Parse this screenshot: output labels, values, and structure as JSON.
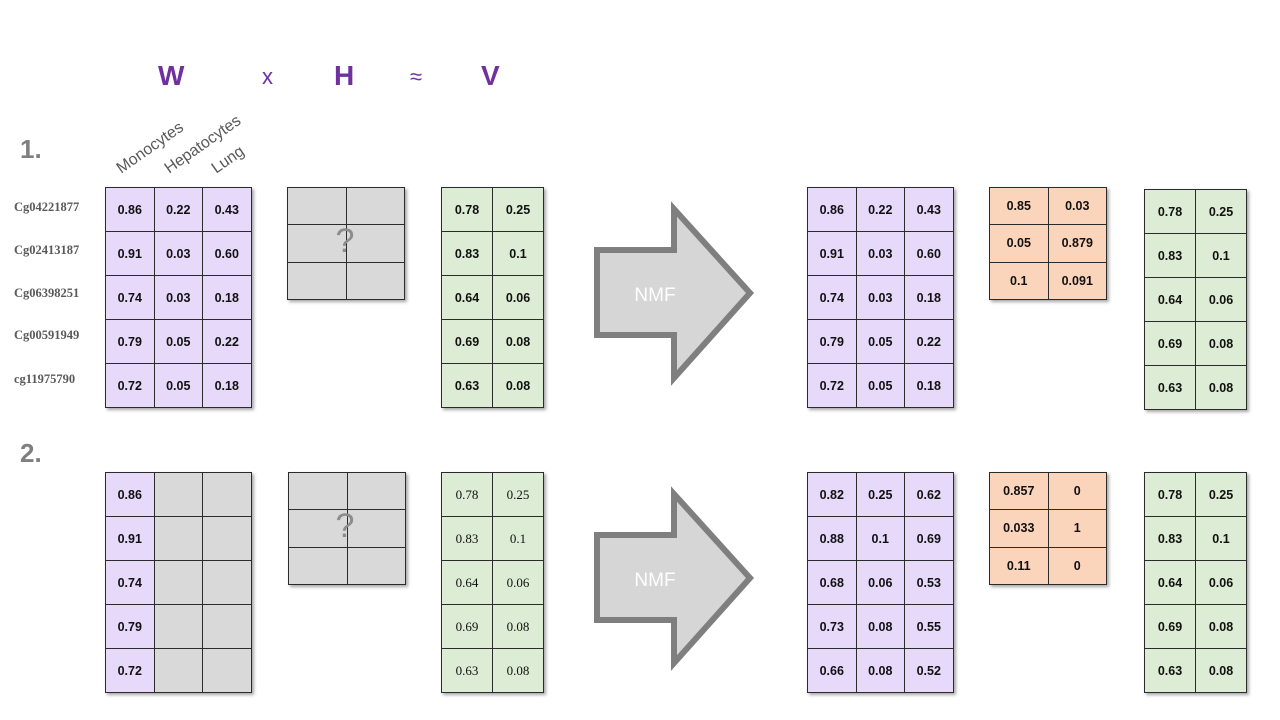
{
  "header": {
    "w": "W",
    "times": "x",
    "h": "H",
    "approx": "≈",
    "v": "V"
  },
  "rows": {
    "one": "1.",
    "two": "2."
  },
  "columns": [
    "Monocytes",
    "Hepatocytes",
    "Lung"
  ],
  "cpg_ids": [
    "Cg04221877",
    "Cg02413187",
    "Cg06398251",
    "Cg00591949",
    "cg11975790"
  ],
  "unknown_mark": "?",
  "arrow_label": "NMF",
  "colors": {
    "purple": "#e6d9fa",
    "green": "#ddecd4",
    "orange": "#fbd5bb",
    "gray": "#d9d9d9",
    "accent": "#7030a0"
  },
  "row1": {
    "w_input": [
      [
        "0.86",
        "0.22",
        "0.43"
      ],
      [
        "0.91",
        "0.03",
        "0.60"
      ],
      [
        "0.74",
        "0.03",
        "0.18"
      ],
      [
        "0.79",
        "0.05",
        "0.22"
      ],
      [
        "0.72",
        "0.05",
        "0.18"
      ]
    ],
    "v_input": [
      [
        "0.78",
        "0.25"
      ],
      [
        "0.83",
        "0.1"
      ],
      [
        "0.64",
        "0.06"
      ],
      [
        "0.69",
        "0.08"
      ],
      [
        "0.63",
        "0.08"
      ]
    ],
    "w_out": [
      [
        "0.86",
        "0.22",
        "0.43"
      ],
      [
        "0.91",
        "0.03",
        "0.60"
      ],
      [
        "0.74",
        "0.03",
        "0.18"
      ],
      [
        "0.79",
        "0.05",
        "0.22"
      ],
      [
        "0.72",
        "0.05",
        "0.18"
      ]
    ],
    "h_out": [
      [
        "0.85",
        "0.03"
      ],
      [
        "0.05",
        "0.879"
      ],
      [
        "0.1",
        "0.091"
      ]
    ],
    "v_out": [
      [
        "0.78",
        "0.25"
      ],
      [
        "0.83",
        "0.1"
      ],
      [
        "0.64",
        "0.06"
      ],
      [
        "0.69",
        "0.08"
      ],
      [
        "0.63",
        "0.08"
      ]
    ]
  },
  "row2": {
    "w_input": [
      [
        "0.86",
        "",
        ""
      ],
      [
        "0.91",
        "",
        ""
      ],
      [
        "0.74",
        "",
        ""
      ],
      [
        "0.79",
        "",
        ""
      ],
      [
        "0.72",
        "",
        ""
      ]
    ],
    "v_input": [
      [
        "0.78",
        "0.25"
      ],
      [
        "0.83",
        "0.1"
      ],
      [
        "0.64",
        "0.06"
      ],
      [
        "0.69",
        "0.08"
      ],
      [
        "0.63",
        "0.08"
      ]
    ],
    "w_out": [
      [
        "0.82",
        "0.25",
        "0.62"
      ],
      [
        "0.88",
        "0.1",
        "0.69"
      ],
      [
        "0.68",
        "0.06",
        "0.53"
      ],
      [
        "0.73",
        "0.08",
        "0.55"
      ],
      [
        "0.66",
        "0.08",
        "0.52"
      ]
    ],
    "h_out": [
      [
        "0.857",
        "0"
      ],
      [
        "0.033",
        "1"
      ],
      [
        "0.11",
        "0"
      ]
    ],
    "v_out": [
      [
        "0.78",
        "0.25"
      ],
      [
        "0.83",
        "0.1"
      ],
      [
        "0.64",
        "0.06"
      ],
      [
        "0.69",
        "0.08"
      ],
      [
        "0.63",
        "0.08"
      ]
    ]
  }
}
